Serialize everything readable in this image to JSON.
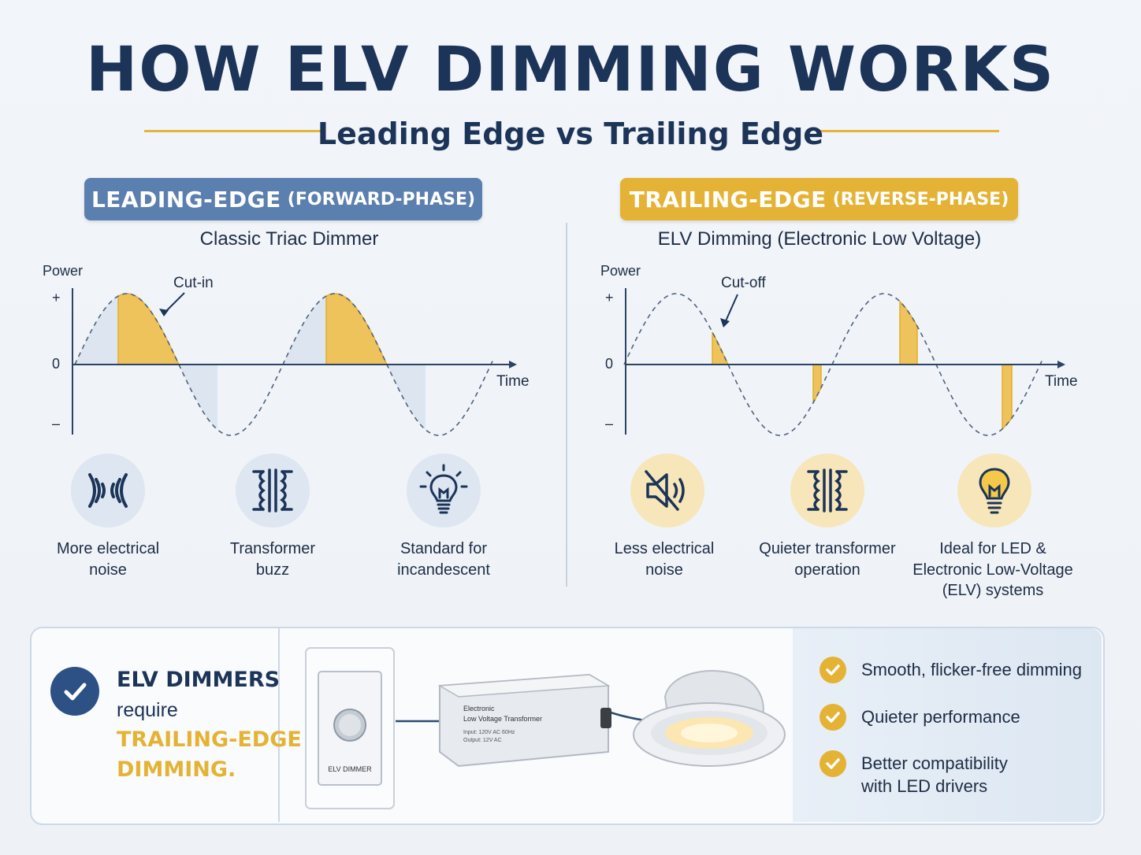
{
  "header": {
    "title": "HOW ELV DIMMING WORKS",
    "subtitle": "Leading Edge vs Trailing Edge"
  },
  "colors": {
    "navy": "#1c3458",
    "blue_badge": "#5b7fae",
    "gold": "#e4b335",
    "light_blue_fill": "#d9e3ef"
  },
  "left": {
    "badge_main": "LEADING-EDGE",
    "badge_paren": "(FORWARD-PHASE)",
    "caption": "Classic Triac Dimmer",
    "chart": {
      "y_label": "Power",
      "plus": "+",
      "zero": "0",
      "minus": "–",
      "x_label": "Time",
      "annotation": "Cut-in"
    },
    "features": [
      {
        "icon": "sound-waves-icon",
        "line1": "More electrical",
        "line2": "noise"
      },
      {
        "icon": "transformer-icon",
        "line1": "Transformer",
        "line2": "buzz"
      },
      {
        "icon": "light-bulb-icon",
        "line1": "Standard for",
        "line2": "incandescent"
      }
    ]
  },
  "right": {
    "badge_main": "TRAILING-EDGE",
    "badge_paren": "(REVERSE-PHASE)",
    "caption": "ELV Dimming (Electronic Low Voltage)",
    "chart": {
      "y_label": "Power",
      "plus": "+",
      "zero": "0",
      "minus": "–",
      "x_label": "Time",
      "annotation": "Cut-off"
    },
    "features": [
      {
        "icon": "muted-speaker-icon",
        "line1": "Less electrical",
        "line2": "noise"
      },
      {
        "icon": "transformer-icon",
        "line1": "Quieter transformer",
        "line2": "operation"
      },
      {
        "icon": "led-bulb-icon",
        "line1": "Ideal for LED &",
        "line2": "Electronic Low-Voltage",
        "line3": "(ELV) systems"
      }
    ]
  },
  "bottom": {
    "statement": {
      "line1": "ELV DIMMERS",
      "line2": "require",
      "line3": "TRAILING-EDGE",
      "line4": "DIMMING."
    },
    "devices": {
      "dimmer_label": "ELV DIMMER",
      "transformer_line1": "Electronic",
      "transformer_line2": "Low Voltage Transformer",
      "transformer_input": "Input: 120V AC 60Hz",
      "transformer_output": "Output: 12V AC"
    },
    "benefits": [
      {
        "line1": "Smooth, flicker-free dimming"
      },
      {
        "line1": "Quieter performance"
      },
      {
        "line1": "Better compatibility",
        "line2": "with LED drivers"
      }
    ]
  }
}
